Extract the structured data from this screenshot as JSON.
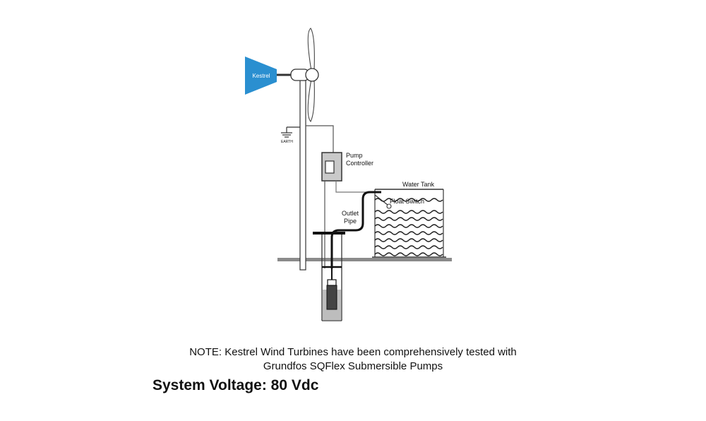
{
  "diagram": {
    "brand_logo_text": "Kestrel",
    "earth_label": "EARTH",
    "pump_controller_label_line1": "Pump",
    "pump_controller_label_line2": "Controller",
    "water_tank_label": "Water Tank",
    "float_switch_label": "Float Switch",
    "outlet_pipe_label_line1": "Outlet",
    "outlet_pipe_label_line2": "Pipe",
    "logo_color": "#2a8fd0"
  },
  "note": {
    "line1": "NOTE:   Kestrel Wind Turbines have been comprehensively tested with",
    "line2": "Grundfos SQFlex Submersible Pumps"
  },
  "system_voltage": "System Voltage: 80 Vdc"
}
